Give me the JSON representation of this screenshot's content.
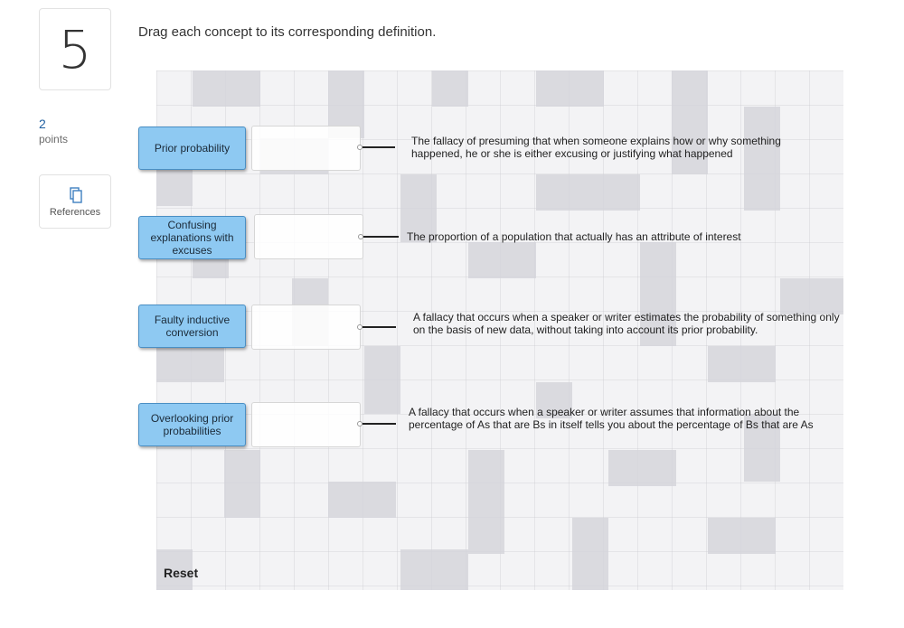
{
  "question": {
    "number": "5",
    "points_value": "2",
    "points_label": "points",
    "references_label": "References",
    "prompt": "Drag each concept to its corresponding definition."
  },
  "concepts": [
    "Prior probability",
    "Confusing explanations with excuses",
    "Faulty inductive conversion",
    "Overlooking prior probabilities"
  ],
  "definitions": [
    "The fallacy of presuming that when someone explains how or why something happened, he or she is either excusing or justifying what happened",
    "The proportion of a population that actually has an attribute of interest",
    "A fallacy that occurs when a speaker or writer estimates the probability of something only on the basis of new data, without taking into account its prior probability.",
    "A fallacy that occurs when a speaker or writer assumes that information about the percentage of As that are Bs in itself tells you about the percentage of Bs that are As"
  ],
  "controls": {
    "reset_label": "Reset"
  },
  "colors": {
    "concept_bg": "#8ec9f2",
    "concept_border": "#4a8fc4",
    "points_blue": "#1f5fa0"
  },
  "icons": {
    "references": "copy-icon"
  }
}
